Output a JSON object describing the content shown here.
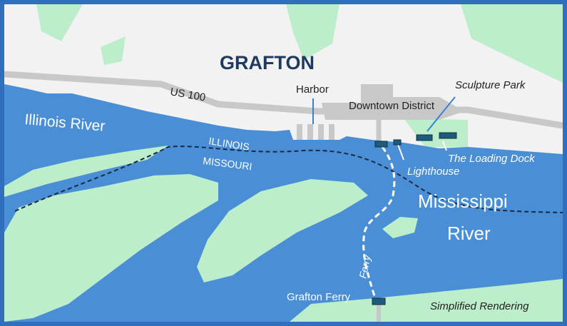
{
  "map": {
    "town_title": "GRAFTON",
    "road_label": "US 100",
    "labels": {
      "harbor": "Harbor",
      "downtown": "Downtown District",
      "sculpture_park": "Sculpture Park",
      "loading_dock": "The Loading Dock",
      "lighthouse": "Lighthouse",
      "illinois_river": "Illinois River",
      "illinois_state": "ILLINOIS",
      "missouri_state": "MISSOURI",
      "mississippi_line1": "Mississippi",
      "mississippi_line2": "River",
      "ferry_route": "Ferry",
      "grafton_ferry": "Grafton Ferry",
      "rendering_note": "Simplified Rendering"
    },
    "colors": {
      "water": "#4a8ed6",
      "land": "#bdeecb",
      "town": "#f2f2f2",
      "road": "#c8c8c8",
      "frame": "#2f6fbd",
      "marker": "#1e5a7a",
      "title": "#1f3a60"
    }
  }
}
